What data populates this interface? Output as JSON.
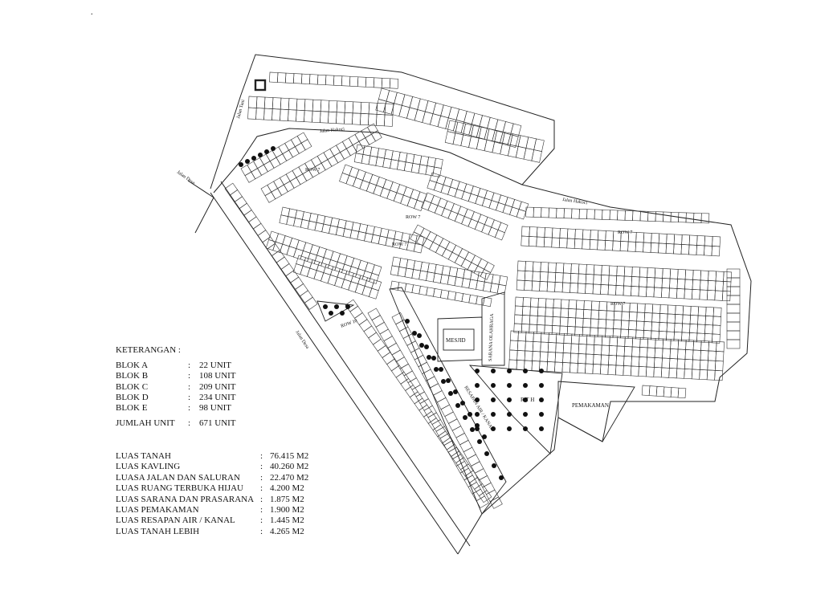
{
  "corner_mark": ".",
  "labels": {
    "jalan_desa_top": "Jalan Desa",
    "jalan_desa_main": "Jalan Desa",
    "jalan_tani": "Jalan Tani",
    "jalan_hakoci_top": "Jalan Hakoci",
    "jalan_hakoci_right": "Jalan Hakoci",
    "row_labels": [
      "ROW 7",
      "ROW 7",
      "ROW 7",
      "ROW 7",
      "ROW 7",
      "ROW 10"
    ],
    "masjid": "MESJID",
    "sarana_olahraga": "SARANA OLAHRAGA",
    "resapan": "RESAPAN AIR / KANAL",
    "rth": "R T H",
    "pemakaman": "PEMAKAMAN"
  },
  "legend": {
    "title": "KETERANGAN :",
    "blocks": [
      {
        "name": "BLOK  A",
        "value": "22  UNIT"
      },
      {
        "name": "BLOK  B",
        "value": "108  UNIT"
      },
      {
        "name": "BLOK  C",
        "value": "209  UNIT"
      },
      {
        "name": "BLOK  D",
        "value": "234  UNIT"
      },
      {
        "name": "BLOK  E",
        "value": "98  UNIT"
      }
    ],
    "total": {
      "name": "JUMLAH UNIT",
      "value": "671  UNIT"
    }
  },
  "areas": [
    {
      "name": "LUAS TANAH",
      "value": "76.415  M2"
    },
    {
      "name": "LUAS KAVLING",
      "value": "40.260  M2"
    },
    {
      "name": "LUASA JALAN DAN SALURAN",
      "value": "22.470  M2"
    },
    {
      "name": "LUAS RUANG TERBUKA HIJAU",
      "value": "4.200  M2"
    },
    {
      "name": "LUAS SARANA DAN PRASARANA",
      "value": "1.875  M2"
    },
    {
      "name": "LUAS PEMAKAMAN",
      "value": "1.900  M2"
    },
    {
      "name": "LUAS RESAPAN AIR / KANAL",
      "value": "1.445  M2"
    },
    {
      "name": "LUAS TANAH LEBIH",
      "value": "4.265  M2"
    }
  ]
}
